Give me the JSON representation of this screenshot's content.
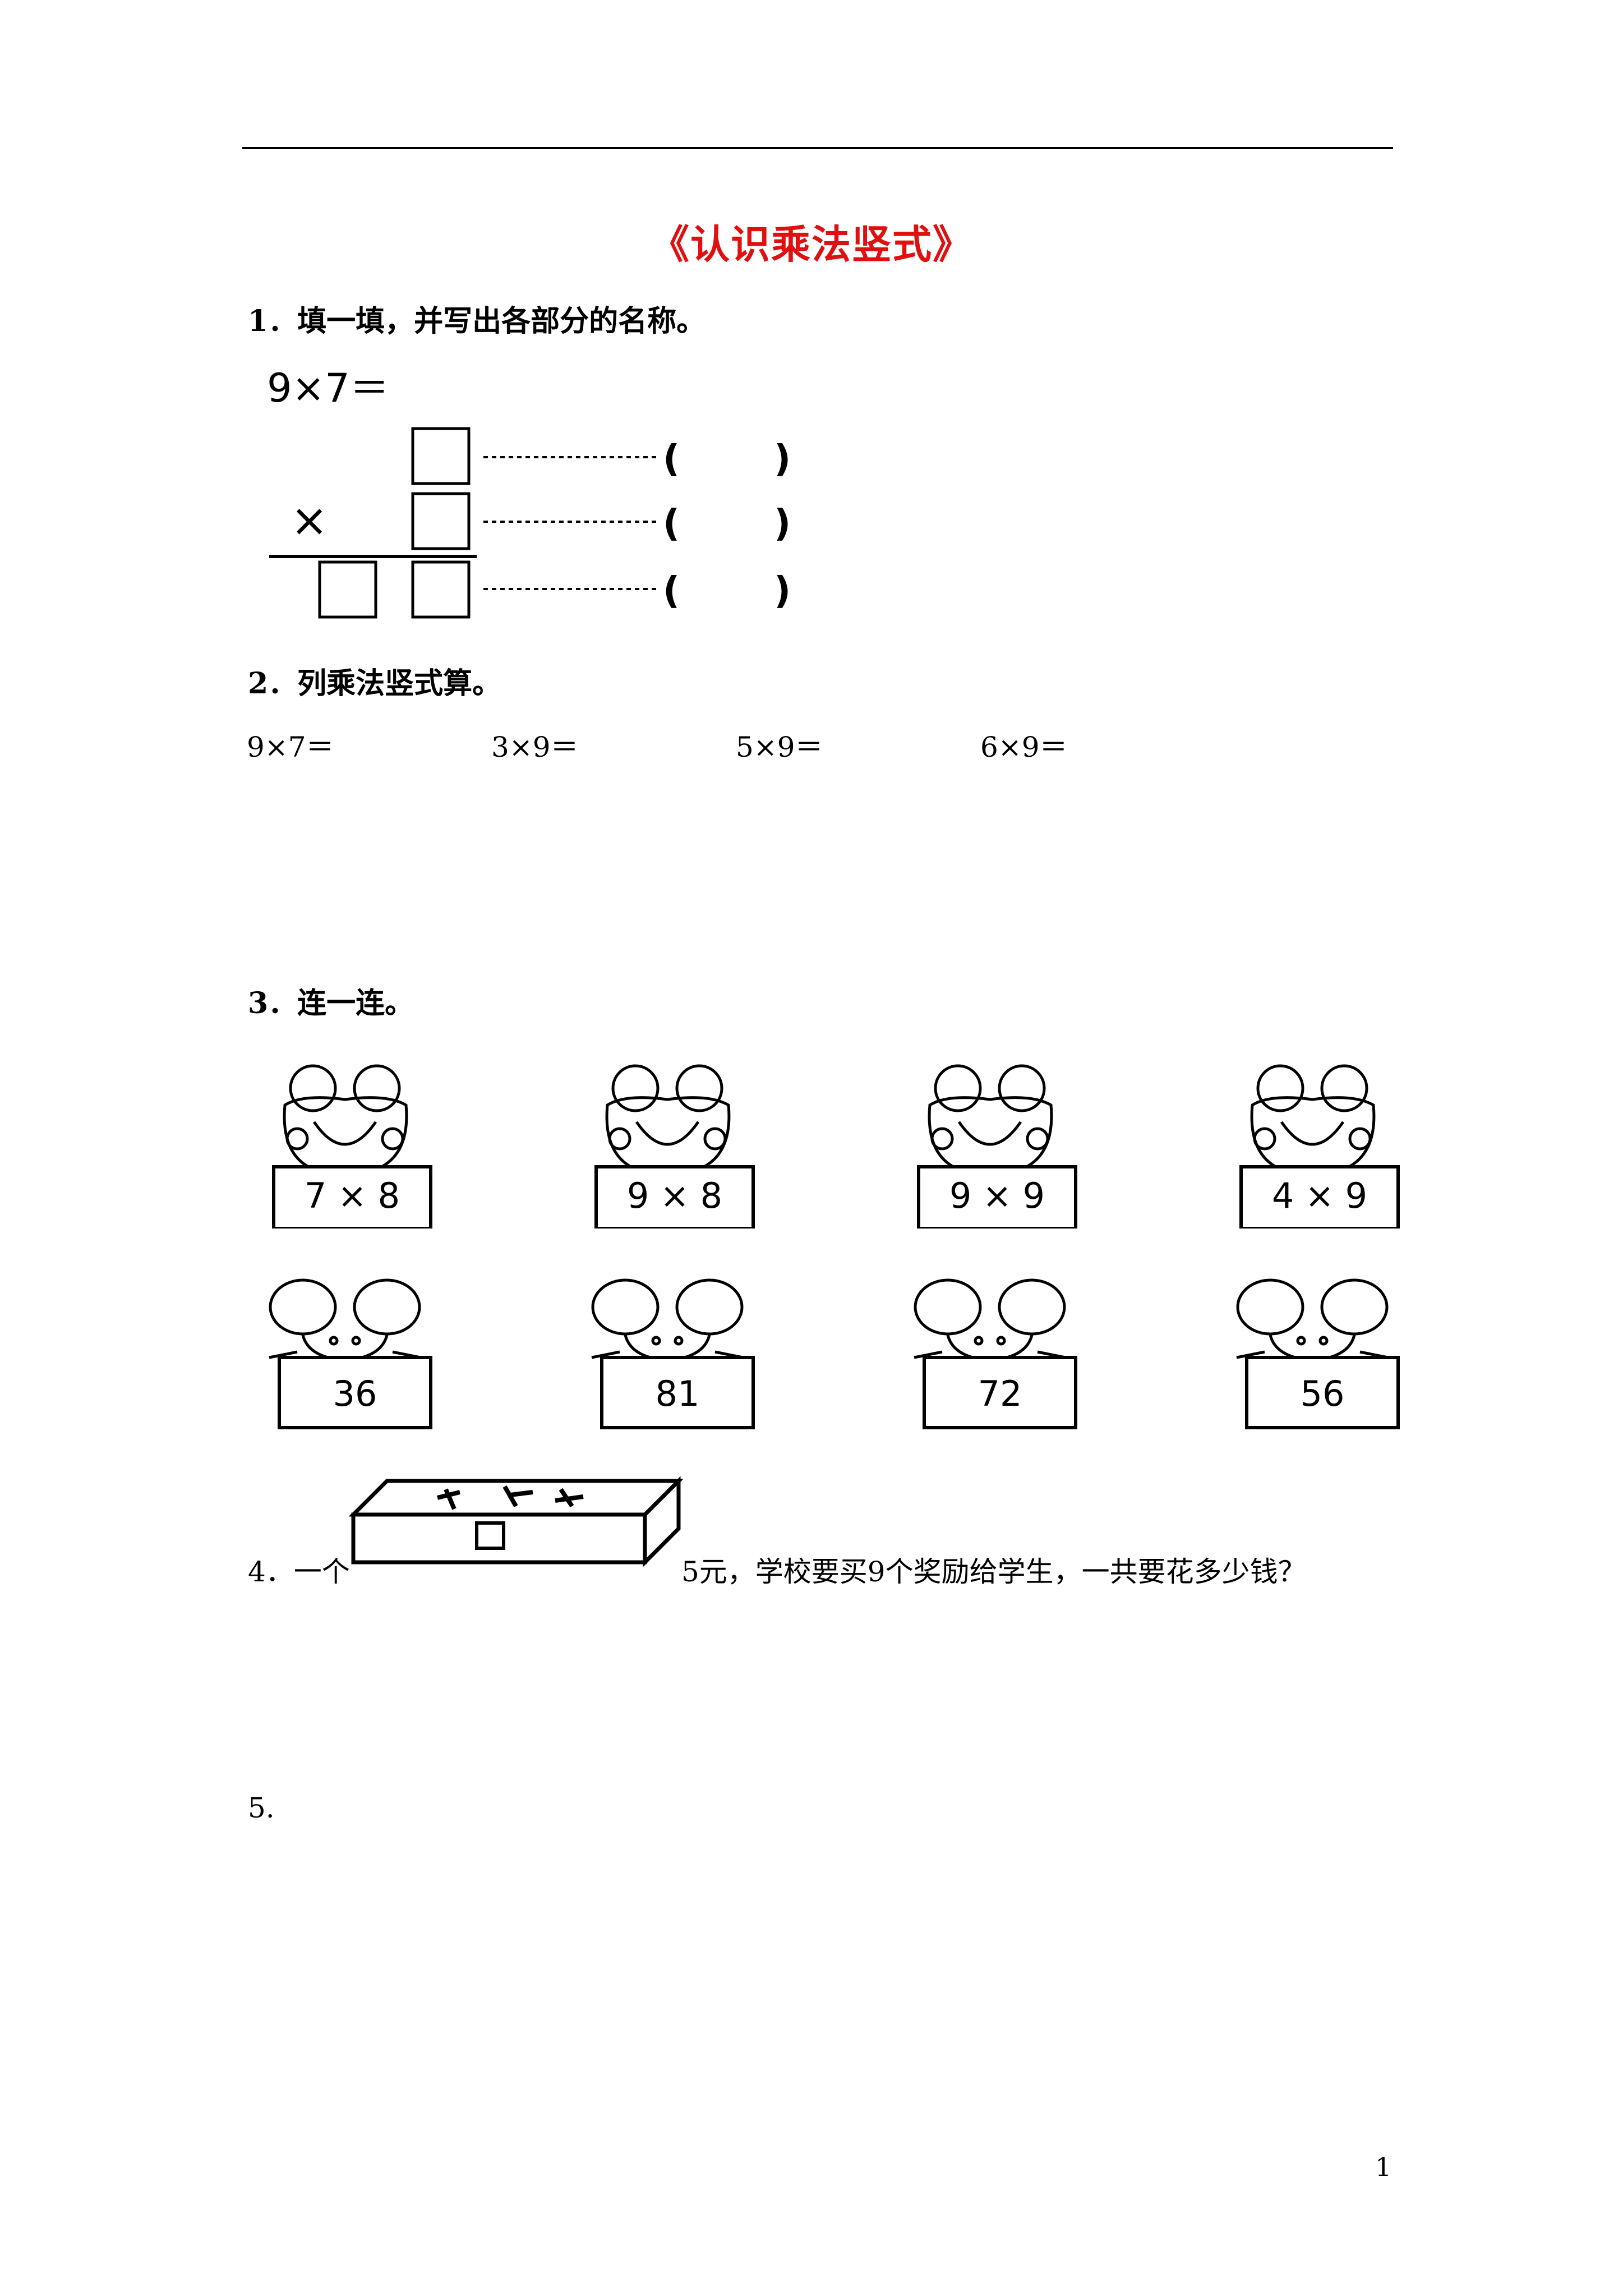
{
  "title": "《认识乘法竖式》",
  "q1": {
    "heading": "1．填一填，并写出各部分的名称。",
    "expression": "9×7＝",
    "times_sign": "×",
    "bracket_open": "(",
    "bracket_close": ")"
  },
  "q2": {
    "heading": "2．列乘法竖式算。",
    "equations": [
      "9×7＝",
      "3×9＝",
      "5×9＝",
      "6×9＝"
    ]
  },
  "q3": {
    "heading": "3．连一连。",
    "frogs": [
      "7 × 8",
      "9 × 8",
      "9 × 9",
      "4 × 9"
    ],
    "mice": [
      "36",
      "81",
      "72",
      "56"
    ]
  },
  "q4": {
    "prefix": "4．一个",
    "suffix": "5元，学校要买9个奖励给学生，一共要花多少钱？"
  },
  "q5": {
    "label": "5."
  },
  "page_number": "1"
}
